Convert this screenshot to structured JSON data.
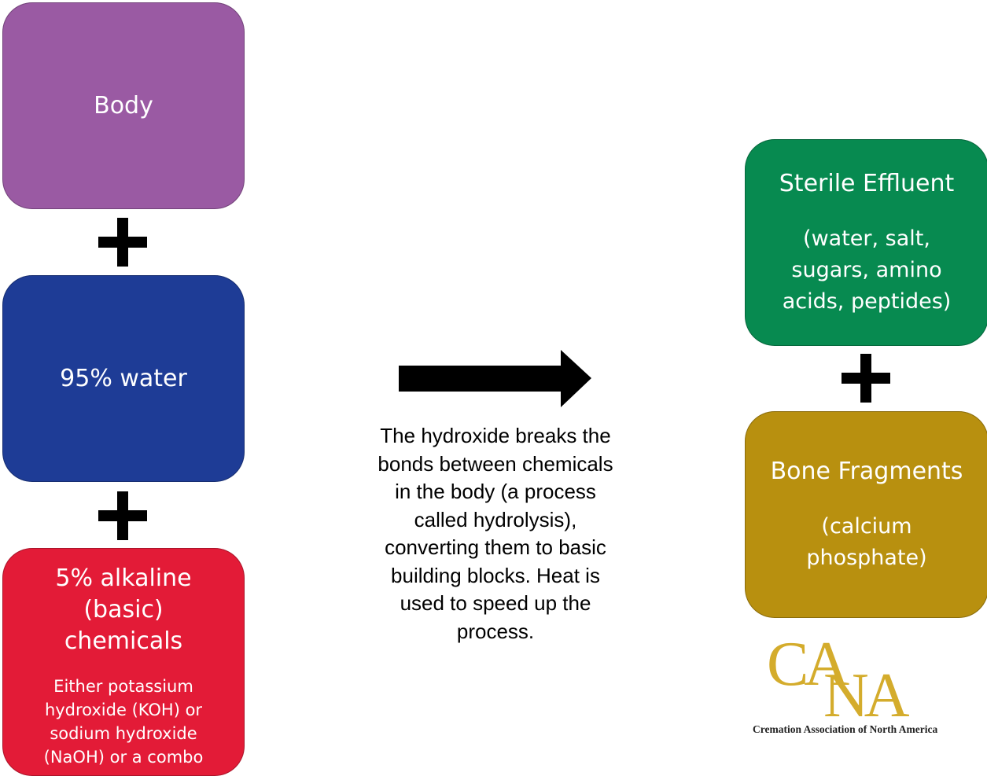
{
  "left": {
    "body": {
      "title": "Body",
      "color": "#9a5aa3"
    },
    "water": {
      "title": "95% water",
      "color": "#1e3c96"
    },
    "alkaline": {
      "title": "5% alkaline (basic) chemicals",
      "detail": "Either potassium hydroxide (KOH) or sodium hydroxide (NaOH) or a combo",
      "color": "#e31b37"
    }
  },
  "middle": {
    "description": "The hydroxide breaks the bonds between chemicals in the body (a process called hydrolysis), converting them to basic building blocks. Heat is used to speed up the process."
  },
  "right": {
    "effluent": {
      "title": "Sterile Effluent",
      "detail": "(water, salt, sugars, amino acids, peptides)",
      "color": "#078a50"
    },
    "bone": {
      "title": "Bone Fragments",
      "detail": "(calcium phosphate)",
      "color": "#b8900f"
    }
  },
  "logo": {
    "mark": "CANA",
    "name": "Cremation Association of North America",
    "color": "#d4ac2c"
  }
}
